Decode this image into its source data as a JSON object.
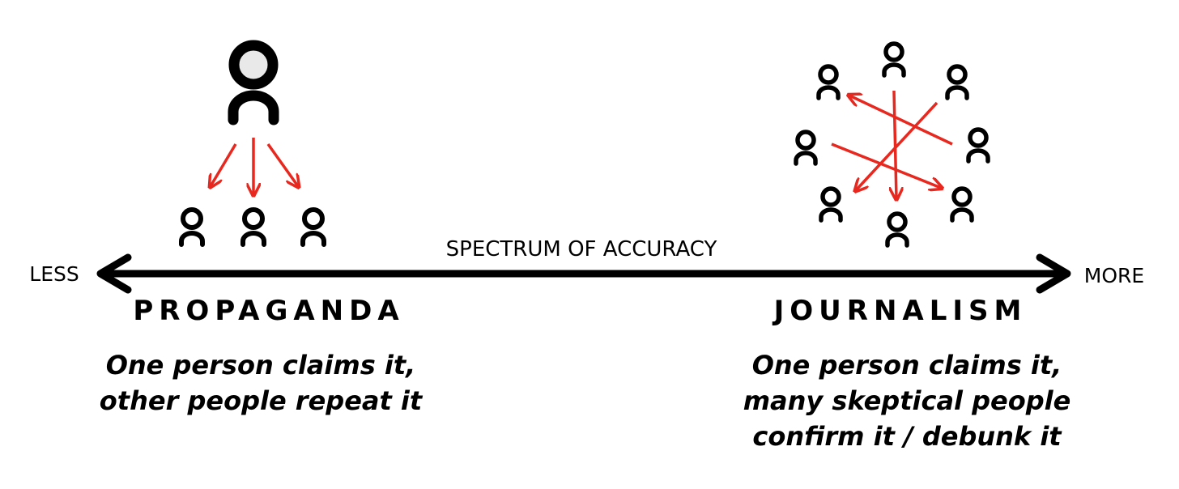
{
  "colors": {
    "ink": "#000000",
    "accent": "#e8281f",
    "background": "#ffffff"
  },
  "icons": {
    "person": "person-icon",
    "arrow": "red-arrow"
  },
  "axis": {
    "title": "SPECTRUM OF ACCURACY",
    "left_label": "LESS",
    "right_label": "MORE"
  },
  "propaganda": {
    "heading": "PROPAGANDA",
    "description": [
      "One person claims it,",
      "other people repeat it"
    ],
    "source_count": 1,
    "repeater_count": 3
  },
  "journalism": {
    "heading": "JOURNALISM",
    "description": [
      "One person claims it,",
      "many skeptical people",
      "confirm it / debunk it"
    ],
    "participant_count": 8
  }
}
